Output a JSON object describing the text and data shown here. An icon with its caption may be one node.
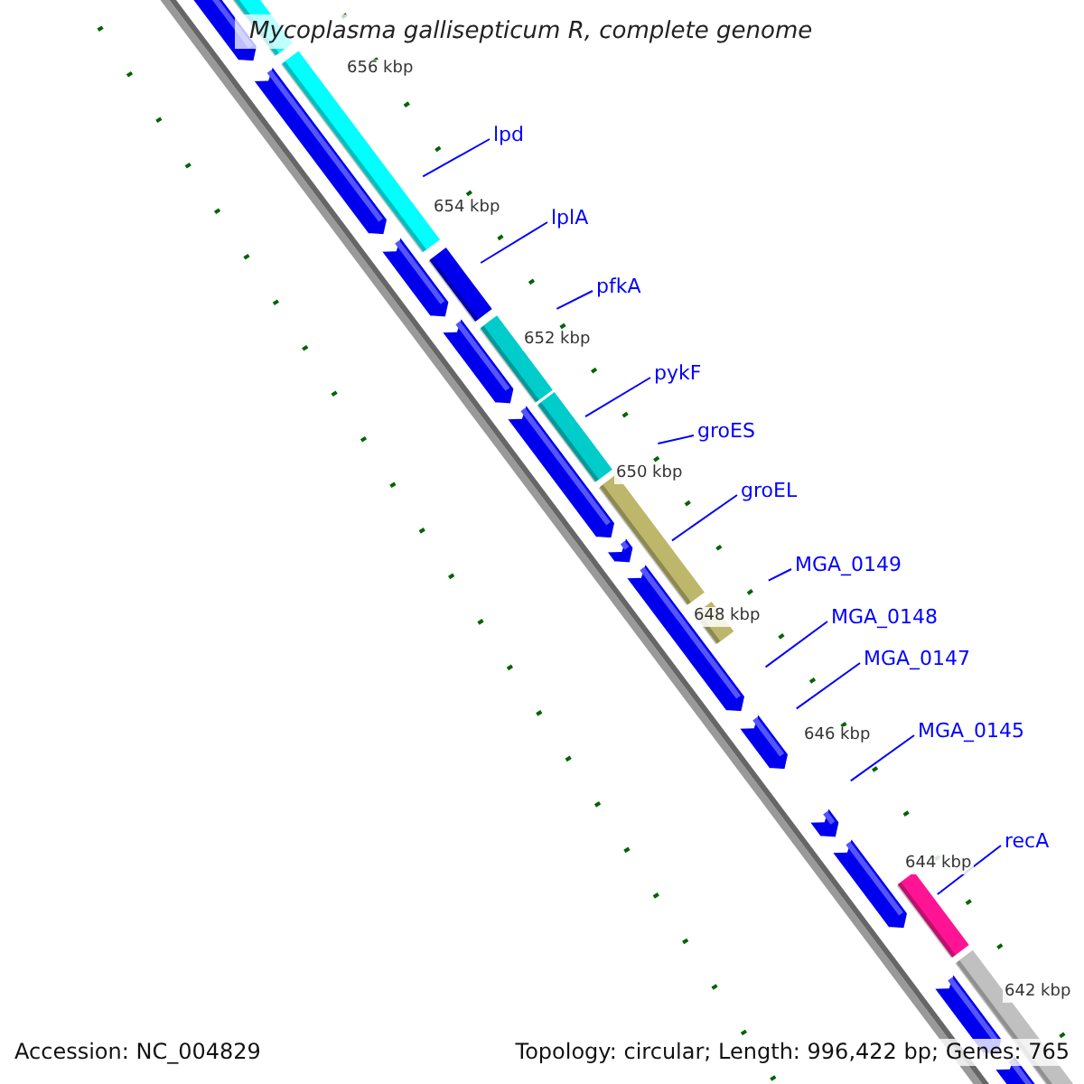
{
  "diagram": {
    "title": "Mycoplasma gallisepticum R, complete genome",
    "nodes": [
      {
        "text": [
          "lpd"
        ]
      },
      {
        "text": [
          "lplA"
        ]
      },
      {
        "text": [
          "pfkA"
        ]
      },
      {
        "text": [
          "pykF"
        ]
      },
      {
        "text": [
          "groES"
        ]
      },
      {
        "text": [
          "groEL"
        ]
      },
      {
        "text": [
          "MGA_0149"
        ]
      },
      {
        "text": [
          "MGA_0148"
        ]
      },
      {
        "text": [
          "MGA_0147"
        ]
      },
      {
        "text": [
          "MGA_0145"
        ]
      },
      {
        "text": [
          "recA"
        ]
      }
    ],
    "edges": [
      {
        "from": 0,
        "to": null,
        "arrow": "none"
      },
      {
        "from": 1,
        "to": null,
        "arrow": "none"
      },
      {
        "from": 2,
        "to": null,
        "arrow": "none"
      },
      {
        "from": 3,
        "to": null,
        "arrow": "none"
      },
      {
        "from": 4,
        "to": null,
        "arrow": "none"
      },
      {
        "from": 5,
        "to": null,
        "arrow": "none"
      },
      {
        "from": 6,
        "to": null,
        "arrow": "none"
      },
      {
        "from": 7,
        "to": null,
        "arrow": "none"
      },
      {
        "from": 8,
        "to": null,
        "arrow": "none"
      },
      {
        "from": 9,
        "to": null,
        "arrow": "none"
      },
      {
        "from": 10,
        "to": null,
        "arrow": "none"
      }
    ],
    "labels": [
      "656 kbp",
      "654 kbp",
      "652 kbp",
      "650 kbp",
      "648 kbp",
      "646 kbp",
      "644 kbp",
      "642 kbp",
      "Accession: NC_004829",
      "Topology: circular; Length: 996,422 bp; Genes: 765"
    ]
  }
}
